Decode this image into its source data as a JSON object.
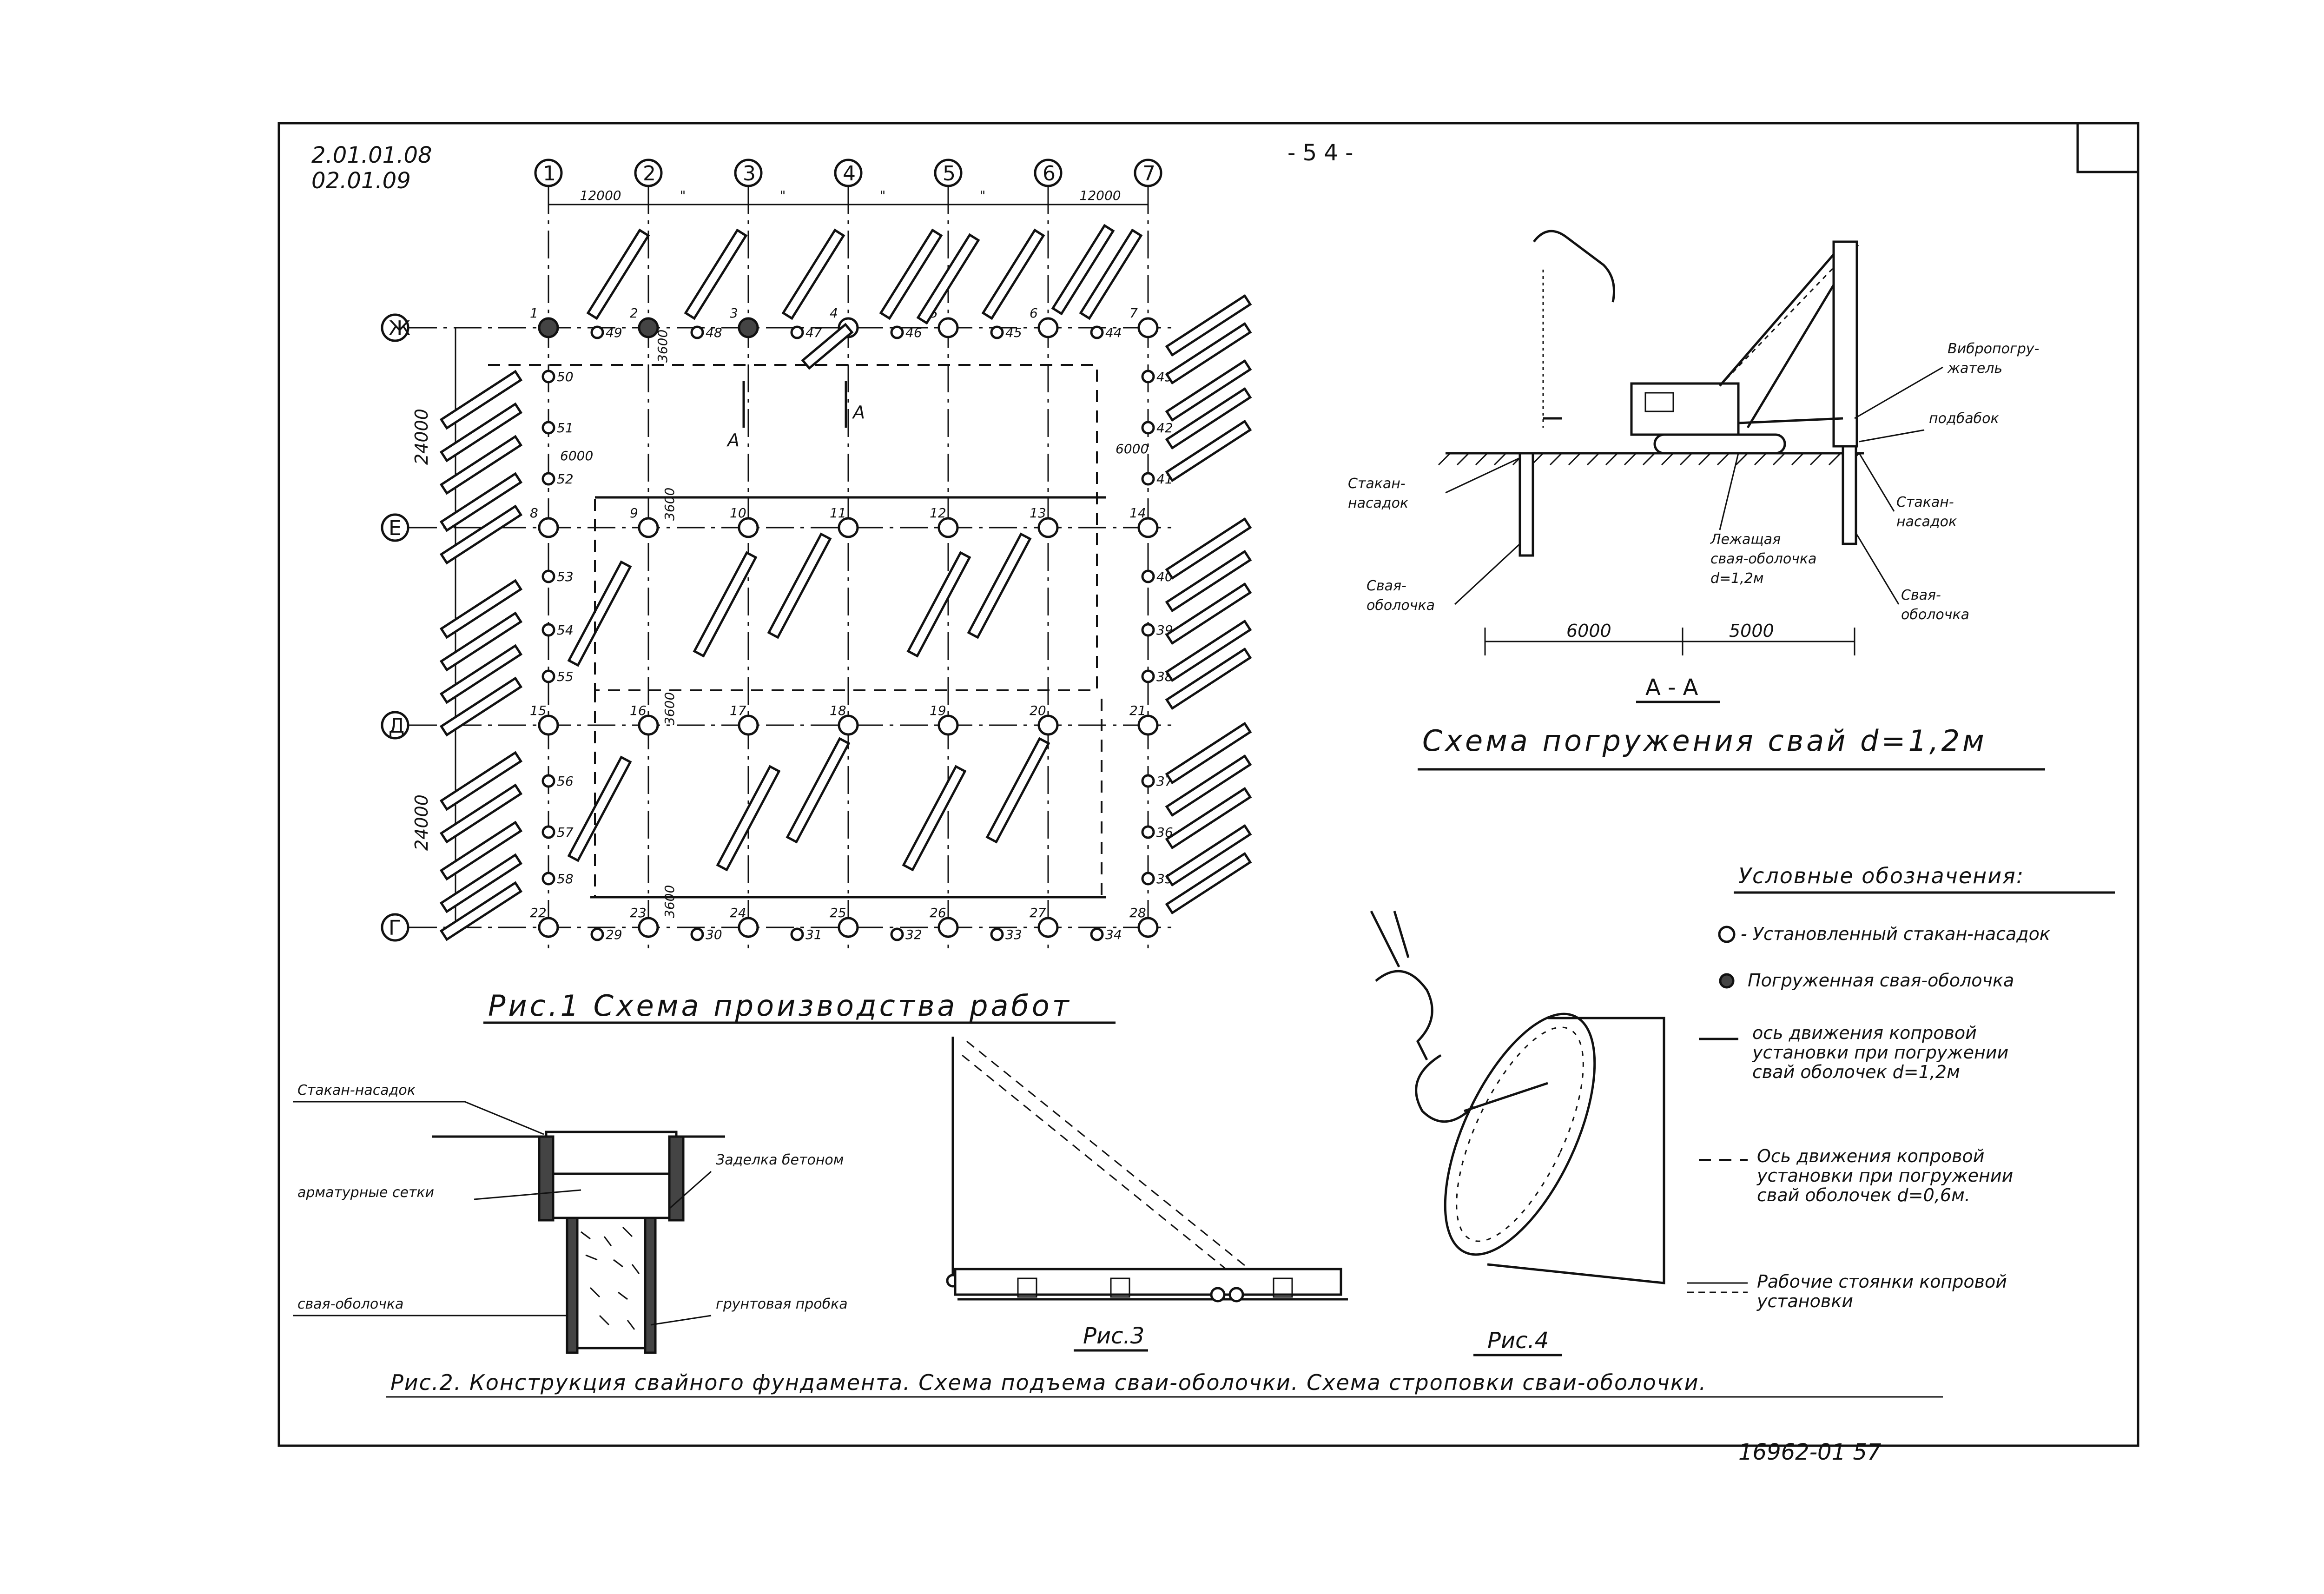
{
  "header": {
    "code_top": "2.01.01.08",
    "code_bottom": "02.01.09",
    "page_number": "- 5 4 -",
    "footer": "16962-01   57"
  },
  "fig1": {
    "caption": "Рис.1 Схема производства работ",
    "axes_columns": [
      "1",
      "2",
      "3",
      "4",
      "5",
      "6",
      "7"
    ],
    "axes_rows": [
      "Ж",
      "Е",
      "Д",
      "Г"
    ],
    "dims_top": [
      "12000",
      "\"",
      "\"",
      "\"",
      "\"",
      "12000"
    ],
    "dims_left": [
      "24000",
      "24000"
    ],
    "dims_small": [
      "6000",
      "6000",
      "3600",
      "3600",
      "3600",
      "3600"
    ],
    "section_mark": "А",
    "pile_numbers": [
      "1",
      "2",
      "3",
      "4",
      "5",
      "6",
      "7",
      "8",
      "9",
      "10",
      "11",
      "12",
      "13",
      "14",
      "15",
      "16",
      "17",
      "18",
      "19",
      "20",
      "21",
      "22",
      "23",
      "24",
      "25",
      "26",
      "27",
      "28",
      "29",
      "30",
      "31",
      "32",
      "33",
      "34",
      "35",
      "36",
      "37",
      "38",
      "39",
      "40",
      "41",
      "42",
      "43",
      "44",
      "45",
      "46",
      "47",
      "48",
      "49",
      "50",
      "51",
      "52",
      "53",
      "54",
      "55",
      "56",
      "57",
      "58"
    ]
  },
  "fig_section": {
    "title": "Схема погружения свай d=1,2м",
    "section_label": "А - А",
    "labels": {
      "vibro": "Вибропогру-\nжатель",
      "podbabok": "подбабок",
      "stakan_left": "Стакан-\nнасадок",
      "stakan_right": "Стакан-\nнасадок",
      "svaya_left": "Свая-\nоболочка",
      "svaya_right": "Свая-\nоболочка",
      "lying": "Лежащая\nсвая-оболочка\nd=1,2м"
    },
    "dims": [
      "6000",
      "5000"
    ]
  },
  "legend": {
    "title": "Условные обозначения:",
    "items": [
      "- Установленный стакан-насадок",
      "Погруженная свая-оболочка",
      "ось движения копровой\nустановки при погружении\nсвай оболочек  d=1,2м",
      "Ось движения копровой\nустановки при погружении\nсвай оболочек  d=0,6м.",
      "Рабочие стоянки копровой\nустановки"
    ]
  },
  "fig2": {
    "labels": {
      "stakan": "Стакан-насадок",
      "setki": "арматурные сетки",
      "zadelka": "Заделка бетоном",
      "svaya": "свая-оболочка",
      "probka": "грунтовая пробка"
    }
  },
  "fig3": {
    "caption": "Рис.3"
  },
  "fig4": {
    "caption": "Рис.4"
  },
  "bottom_caption": "Рис.2. Конструкция свайного фундамента. Схема подъема сваи-оболочки. Схема строповки сваи-оболочки."
}
